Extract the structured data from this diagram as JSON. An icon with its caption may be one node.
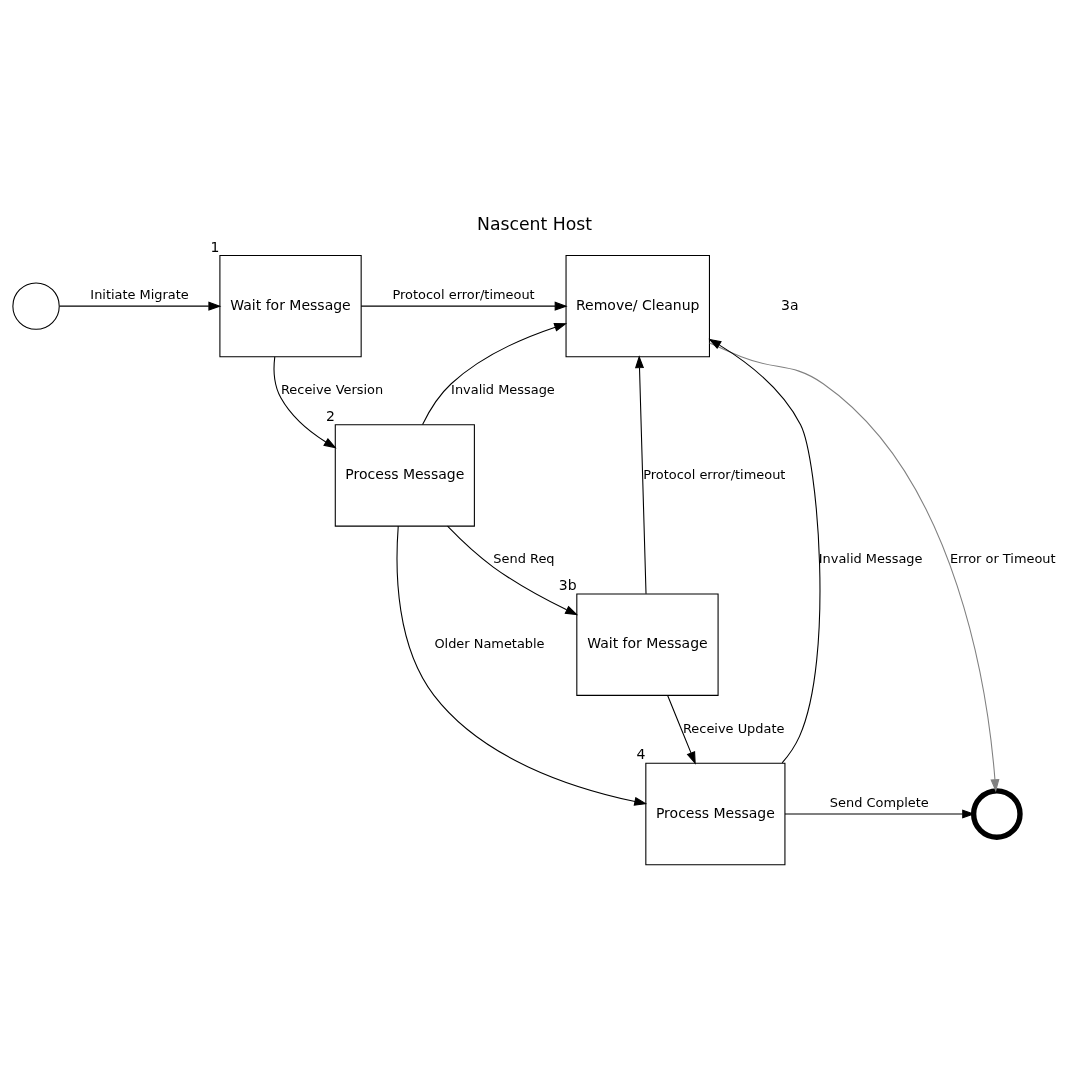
{
  "diagram": {
    "title": "Nascent Host",
    "nodes": [
      {
        "text": [],
        "shape": "circle"
      },
      {
        "text": [
          "Wait for Message"
        ],
        "beside": [
          "1"
        ]
      },
      {
        "text": [
          "Remove/ Cleanup"
        ]
      },
      {
        "text": [
          "Process Message"
        ],
        "beside": [
          "2"
        ]
      },
      {
        "text": [
          "Wait for Message"
        ],
        "beside": [
          "3b"
        ]
      },
      {
        "text": [
          "Process Message"
        ],
        "beside": [
          "4"
        ]
      },
      {
        "text": [],
        "shape": "circle"
      }
    ],
    "edges": [
      {
        "from": 0,
        "to": 1,
        "arrow": "to",
        "label": "Initiate Migrate"
      },
      {
        "from": 1,
        "to": 2,
        "arrow": "to",
        "label": "Protocol error/timeout"
      },
      {
        "from": 1,
        "to": 3,
        "arrow": "to",
        "label": "Receive Version"
      },
      {
        "from": 3,
        "to": 2,
        "arrow": "to",
        "label": "Invalid Message"
      },
      {
        "from": 3,
        "to": 4,
        "arrow": "to",
        "label": "Send Req"
      },
      {
        "from": 3,
        "to": 5,
        "arrow": "to",
        "label": "Older Nametable"
      },
      {
        "from": 4,
        "to": 2,
        "arrow": "to",
        "label": "Protocol error/timeout"
      },
      {
        "from": 4,
        "to": 5,
        "arrow": "to",
        "label": "Receive Update"
      },
      {
        "from": 5,
        "to": 2,
        "arrow": "to",
        "label": "Invalid Message"
      },
      {
        "from": 2,
        "to": 6,
        "arrow": "to",
        "label": "Error or Timeout",
        "color": "#808080"
      },
      {
        "from": 5,
        "to": 6,
        "arrow": "to",
        "label": "Send Complete"
      }
    ],
    "labels": [
      "3a"
    ]
  }
}
